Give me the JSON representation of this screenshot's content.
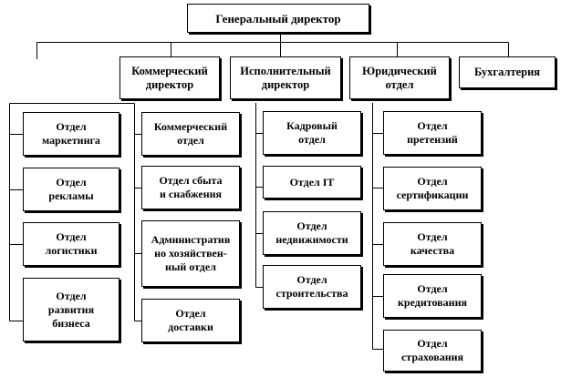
{
  "diagram": {
    "top": {
      "label": "Генеральный директор"
    },
    "directors": [
      {
        "id": "commercial",
        "label": "Коммерческий\nдиректор"
      },
      {
        "id": "executive",
        "label": "Исполнительный\nдиректор"
      },
      {
        "id": "legal",
        "label": "Юридический\nотдел"
      },
      {
        "id": "accounting",
        "label": "Бухгалтерия"
      }
    ],
    "commercial_units_left": [
      {
        "label": "Отдел\nмаркетинга"
      },
      {
        "label": "Отдел\nрекламы"
      },
      {
        "label": "Отдел\nлогистики"
      },
      {
        "label": "Отдел\nразвития\nбизнеса"
      }
    ],
    "commercial_units_right": [
      {
        "label": "Коммерческий\nотдел"
      },
      {
        "label": "Отдел сбыта\nи снабжения"
      },
      {
        "label": "Административ\nно хозяйствен-\nный отдел"
      },
      {
        "label": "Отдел\nдоставки"
      }
    ],
    "executive_units": [
      {
        "label": "Кадровый\nотдел"
      },
      {
        "label": "Отдел IT"
      },
      {
        "label": "Отдел\nнедвижимости"
      },
      {
        "label": "Отдел\nстроительства"
      }
    ],
    "legal_units": [
      {
        "label": "Отдел\nпретензий"
      },
      {
        "label": "Отдел\nсертификации"
      },
      {
        "label": "Отдел\nкачества"
      },
      {
        "label": "Отдел\nкредитования"
      },
      {
        "label": "Отдел\nстрахования"
      }
    ]
  }
}
